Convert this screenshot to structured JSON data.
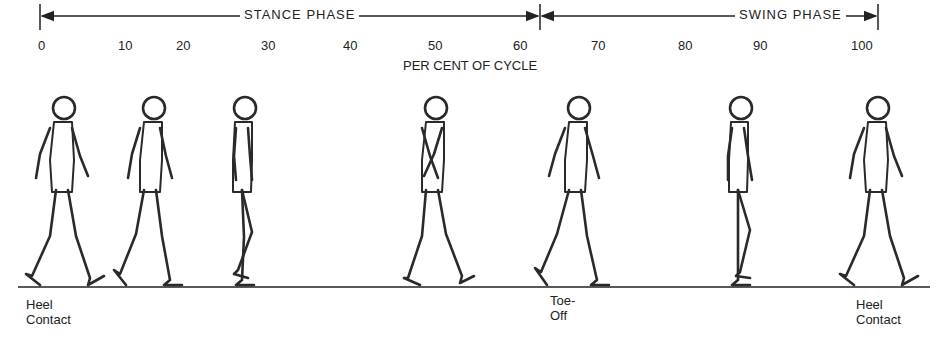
{
  "diagram": {
    "labels": [
      "STANCE PHASE",
      "SWING PHASE",
      "0",
      "10",
      "20",
      "30",
      "40",
      "50",
      "60",
      "70",
      "80",
      "90",
      "100",
      "PER CENT OF CYCLE",
      "Heel Contact",
      "Toe- Off",
      "Heel Contact"
    ]
  }
}
